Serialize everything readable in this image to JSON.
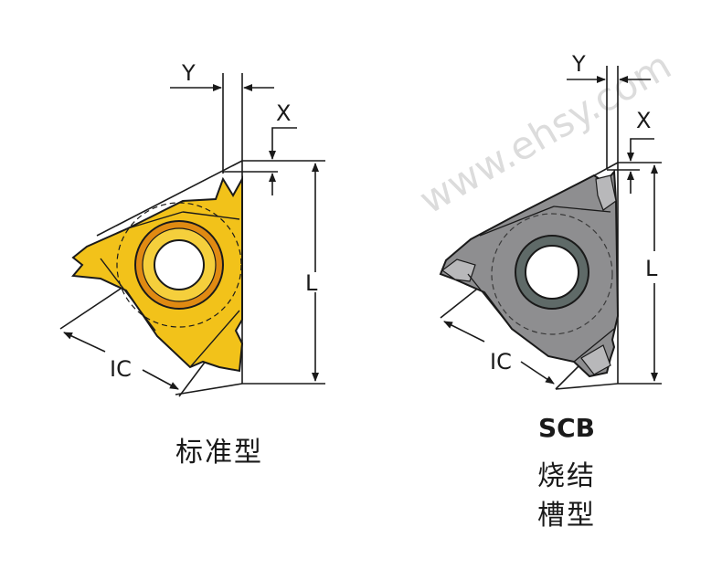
{
  "watermark": "www.ehsy.com",
  "left_insert": {
    "label_y": "Y",
    "label_x": "X",
    "label_l": "L",
    "label_ic": "IC",
    "caption": "标准型",
    "body_color": "#f2c21a",
    "ring_color": "#e08a12"
  },
  "right_insert": {
    "label_y": "Y",
    "label_x": "X",
    "label_l": "L",
    "label_ic": "IC",
    "caption_code": "SCB",
    "caption_line1": "烧结",
    "caption_line2": "槽型",
    "body_color": "#8e8e90",
    "ring_color": "#5f6a68"
  }
}
